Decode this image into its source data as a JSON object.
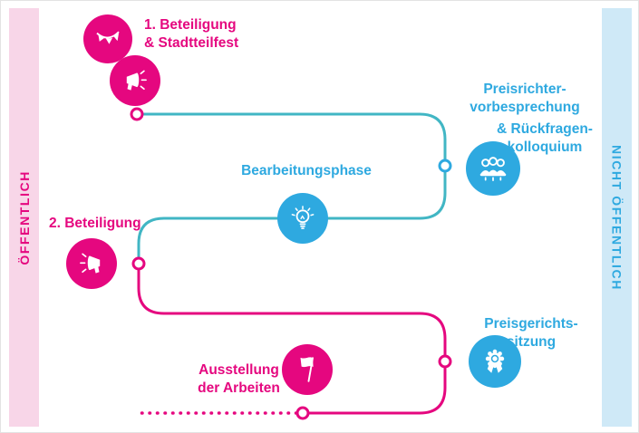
{
  "diagram": {
    "sidebar_left": {
      "label": "ÖFFENTLICH"
    },
    "sidebar_right": {
      "label": "NICHT ÖFFENTLICH"
    },
    "steps": {
      "beteiligung1": {
        "line1": "1. Beteiligung",
        "line2": "& Stadtteilfest",
        "icons": [
          "bunting-icon",
          "megaphone-icon"
        ]
      },
      "preisrichter": {
        "line1": "Preisrichter-",
        "line2": "vorbesprechung",
        "line3": "& Rückfragen-",
        "line4": "kolloquium",
        "icon": "jury-icon"
      },
      "bearbeitungsphase": {
        "label": "Bearbeitungsphase",
        "icon": "lightbulb-icon"
      },
      "beteiligung2": {
        "label": "2. Beteiligung",
        "icon": "megaphone-icon"
      },
      "preisgericht": {
        "line1": "Preisgerichts-",
        "line2": "sitzung",
        "icon": "award-icon"
      },
      "ausstellung": {
        "line1": "Ausstellung",
        "line2": "der Arbeiten",
        "icon": "flag-icon"
      }
    },
    "colors": {
      "pink": "#e5077f",
      "pink_light": "#f8d6e8",
      "blue": "#2ea9e0",
      "blue_light": "#cfe9f7",
      "teal": "#41b6c4",
      "white": "#ffffff"
    }
  }
}
